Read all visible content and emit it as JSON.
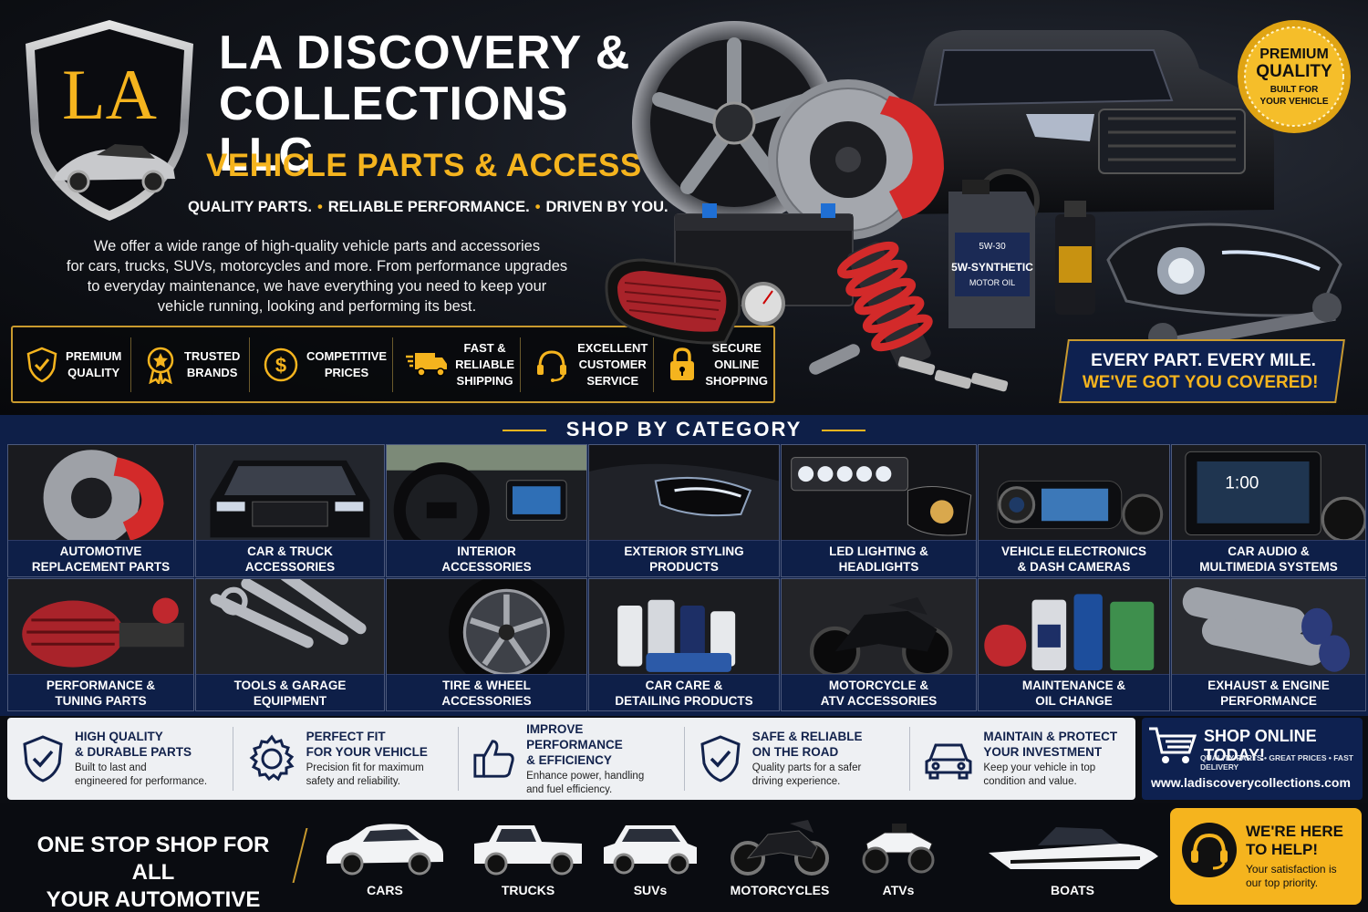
{
  "brand": {
    "logo_letters": "LA",
    "name_line1": "LA DISCOVERY &",
    "name_line2": "COLLECTIONS LLC",
    "subtitle": "VEHICLE PARTS & ACCESSORIES",
    "tagline": [
      "QUALITY PARTS.",
      "RELIABLE PERFORMANCE.",
      "DRIVEN BY YOU."
    ],
    "intro_lines": [
      "We offer a wide range of high-quality vehicle parts and accessories",
      "for cars, trucks, SUVs, motorcycles and more. From performance upgrades",
      "to everyday maintenance, we have everything you need to keep your",
      "vehicle running, looking and performing its best."
    ]
  },
  "features": [
    {
      "icon": "shield-check-icon",
      "lines": [
        "PREMIUM",
        "QUALITY"
      ]
    },
    {
      "icon": "medal-star-icon",
      "lines": [
        "TRUSTED",
        "BRANDS"
      ]
    },
    {
      "icon": "dollar-coin-icon",
      "lines": [
        "COMPETITIVE",
        "PRICES"
      ]
    },
    {
      "icon": "delivery-truck-icon",
      "lines": [
        "FAST &",
        "RELIABLE",
        "SHIPPING"
      ]
    },
    {
      "icon": "headset-icon",
      "lines": [
        "EXCELLENT",
        "CUSTOMER",
        "SERVICE"
      ]
    },
    {
      "icon": "padlock-icon",
      "lines": [
        "SECURE",
        "ONLINE",
        "SHOPPING"
      ]
    }
  ],
  "badge": {
    "line1": "PREMIUM",
    "line2": "QUALITY",
    "line3": "BUILT FOR",
    "line4": "YOUR VEHICLE"
  },
  "oil_label": {
    "line1": "5W-30",
    "line2": "5W-SYNTHETIC",
    "line3": "MOTOR OIL"
  },
  "covered": {
    "line1": "EVERY PART. EVERY MILE.",
    "line2": "WE'VE GOT YOU COVERED!"
  },
  "categories_title": "SHOP BY CATEGORY",
  "categories": [
    {
      "label": [
        "AUTOMOTIVE",
        "REPLACEMENT PARTS"
      ],
      "pic": "brake"
    },
    {
      "label": [
        "CAR & TRUCK",
        "ACCESSORIES"
      ],
      "pic": "truck"
    },
    {
      "label": [
        "INTERIOR",
        "ACCESSORIES"
      ],
      "pic": "wheel-dash"
    },
    {
      "label": [
        "EXTERIOR STYLING",
        "PRODUCTS"
      ],
      "pic": "headlight"
    },
    {
      "label": [
        "LED LIGHTING &",
        "HEADLIGHTS"
      ],
      "pic": "ledbar"
    },
    {
      "label": [
        "VEHICLE ELECTRONICS",
        "& DASH CAMERAS"
      ],
      "pic": "dashcam"
    },
    {
      "label": [
        "CAR AUDIO &",
        "MULTIMEDIA SYSTEMS"
      ],
      "pic": "stereo"
    },
    {
      "label": [
        "PERFORMANCE &",
        "TUNING PARTS"
      ],
      "pic": "filter"
    },
    {
      "label": [
        "TOOLS & GARAGE",
        "EQUIPMENT"
      ],
      "pic": "tools"
    },
    {
      "label": [
        "TIRE & WHEEL",
        "ACCESSORIES"
      ],
      "pic": "tire"
    },
    {
      "label": [
        "CAR CARE &",
        "DETAILING PRODUCTS"
      ],
      "pic": "bottles"
    },
    {
      "label": [
        "MOTORCYCLE &",
        "ATV ACCESSORIES"
      ],
      "pic": "moto"
    },
    {
      "label": [
        "MAINTENANCE &",
        "OIL CHANGE"
      ],
      "pic": "oil"
    },
    {
      "label": [
        "EXHAUST & ENGINE",
        "PERFORMANCE"
      ],
      "pic": "exhaust"
    }
  ],
  "stereo_display": "1:00",
  "benefits": [
    {
      "icon": "shield-check-icon",
      "title": [
        "HIGH QUALITY",
        "& DURABLE PARTS"
      ],
      "desc": [
        "Built to last and",
        "engineered for performance."
      ]
    },
    {
      "icon": "gear-icon",
      "title": [
        "PERFECT FIT",
        "FOR YOUR VEHICLE"
      ],
      "desc": [
        "Precision fit for maximum",
        "safety and reliability."
      ]
    },
    {
      "icon": "thumbs-up-icon",
      "title": [
        "IMPROVE PERFORMANCE",
        "& EFFICIENCY"
      ],
      "desc": [
        "Enhance power, handling",
        "and fuel efficiency."
      ]
    },
    {
      "icon": "shield-check-icon",
      "title": [
        "SAFE & RELIABLE",
        "ON THE ROAD"
      ],
      "desc": [
        "Quality parts for a safer",
        "driving experience."
      ]
    },
    {
      "icon": "car-front-icon",
      "title": [
        "MAINTAIN & PROTECT",
        "YOUR INVESTMENT"
      ],
      "desc": [
        "Keep your vehicle in top",
        "condition and value."
      ]
    }
  ],
  "shop": {
    "title": "SHOP ONLINE TODAY!",
    "sub": "QUALITY PARTS • GREAT PRICES • FAST DELIVERY",
    "url": "www.ladiscoverycollections.com"
  },
  "footer": {
    "onestop": [
      "ONE STOP SHOP FOR ALL",
      "YOUR AUTOMOTIVE NEEDS!"
    ],
    "vehicles": [
      "CARS",
      "TRUCKS",
      "SUVs",
      "MOTORCYCLES",
      "ATVs",
      "BOATS"
    ],
    "help_title": [
      "WE'RE HERE",
      "TO HELP!"
    ],
    "help_desc": [
      "Your satisfaction is",
      "our top priority."
    ]
  },
  "colors": {
    "gold": "#f5b41e",
    "navy": "#0e1f48",
    "red": "#d32a2a"
  }
}
